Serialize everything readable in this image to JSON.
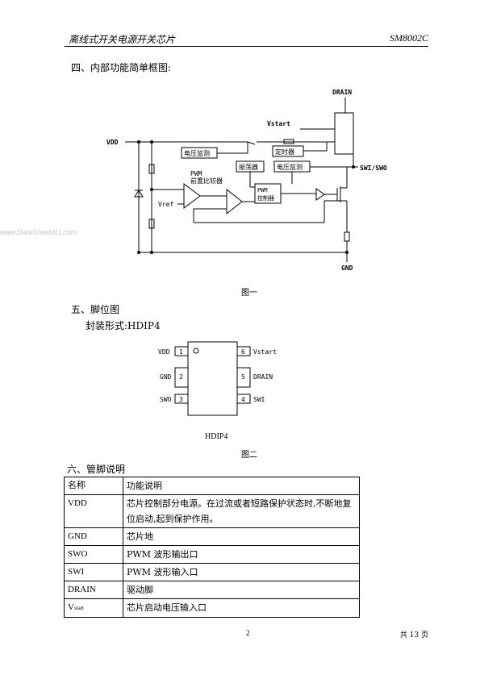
{
  "header": {
    "title_left": "离线式开关电源开关芯片",
    "title_right": "SM8002C"
  },
  "watermark": "www.DataSheet4U.com",
  "section4": {
    "heading": "四、内部功能简单框图:",
    "diagram": {
      "labels": {
        "drain": "DRAIN",
        "vstart": "Vstart",
        "vdd": "VDD",
        "voltage_monitor_1": "电压监测",
        "timer": "定时器",
        "oscillator": "振荡器",
        "voltage_monitor_2": "电压监测",
        "swi_swo": "SWI/SWO",
        "pwm_comp_line1": "PWM",
        "pwm_comp_line2": "前置比较器",
        "pwm_ctrl_line1": "PWM",
        "pwm_ctrl_line2": "控制器",
        "vref": "Vref",
        "gnd": "GND"
      }
    },
    "caption": "图一"
  },
  "section5": {
    "heading": "五、脚位图",
    "package_line": "封装形式:HDIP4",
    "pinout": {
      "pins_left": [
        {
          "name": "VDD",
          "num": "1"
        },
        {
          "name": "GND",
          "num": "2"
        },
        {
          "name": "SWO",
          "num": "3"
        }
      ],
      "pins_right": [
        {
          "name": "Vstart",
          "num": "6"
        },
        {
          "name": "DRAIN",
          "num": "5"
        },
        {
          "name": "SWI",
          "num": "4"
        }
      ],
      "package_label": "HDIP4"
    },
    "caption": "图二"
  },
  "section6": {
    "heading": "六、管脚说明",
    "table": {
      "headers": [
        "名称",
        "功能说明"
      ],
      "rows": [
        {
          "name": "VDD",
          "sub": "",
          "desc": "芯片控制部分电源。在过流或者短路保护状态时,不断地复位启动,起到保护作用。"
        },
        {
          "name": "GND",
          "sub": "",
          "desc": "芯片地"
        },
        {
          "name": "SWO",
          "sub": "",
          "desc": "PWM 波形输出口"
        },
        {
          "name": "SWI",
          "sub": "",
          "desc": "PWM 波形输入口"
        },
        {
          "name": "DRAIN",
          "sub": "",
          "desc": "驱动脚"
        },
        {
          "name": "V",
          "sub": "start",
          "desc": "芯片启动电压输入口"
        }
      ]
    }
  },
  "footer": {
    "page_number": "2",
    "total_pages": "共 13 页"
  }
}
